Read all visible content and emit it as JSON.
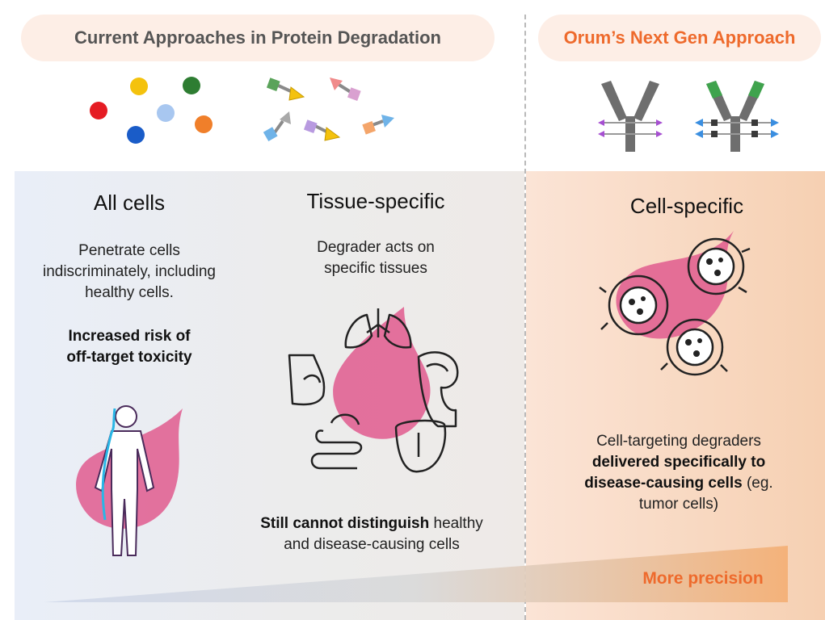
{
  "header": {
    "current_title": "Current Approaches in Protein Degradation",
    "next_gen_title": "Orum’s Next Gen Approach"
  },
  "columns": {
    "all_cells": {
      "title": "All cells",
      "desc_lines": [
        "Penetrate cells",
        "indiscriminately, including",
        "healthy cells."
      ],
      "risk_lines": [
        "Increased risk of",
        "off-target toxicity"
      ]
    },
    "tissue_specific": {
      "title": "Tissue-specific",
      "desc_lines": [
        "Degrader acts on",
        "specific tissues"
      ],
      "note_bold": "Still cannot distinguish",
      "note_rest_1": " healthy",
      "note_line_2": "and disease-causing cells"
    },
    "cell_specific": {
      "title": "Cell-specific",
      "line1": "Cell-targeting degraders",
      "bold_line2": "delivered specifically to",
      "bold_line3": "disease-causing cells",
      "rest_line3": " (eg.",
      "line4": "tumor cells)"
    }
  },
  "precision_label": "More precision",
  "colors": {
    "accent_orange": "#ee6a2c",
    "pink_drop": "#e05a8e",
    "header_pill": "#fdeee6",
    "antibody_gray": "#6e6e6e",
    "antibody_green": "#3fa34d",
    "linker_purple": "#a64fd1",
    "linker_blue": "#3a8ee0"
  },
  "icons": {
    "small_molecules": "colored-dots-icon",
    "protacs": "bifunctional-degrader-icon",
    "antibody_conjugates": "antibody-degrader-conjugate-icon",
    "body": "human-body-icon",
    "organs": [
      "lungs-icon",
      "pancreas-icon",
      "liver-icon",
      "intestine-icon",
      "stomach-icon"
    ],
    "cells": "tumor-cell-icon"
  }
}
